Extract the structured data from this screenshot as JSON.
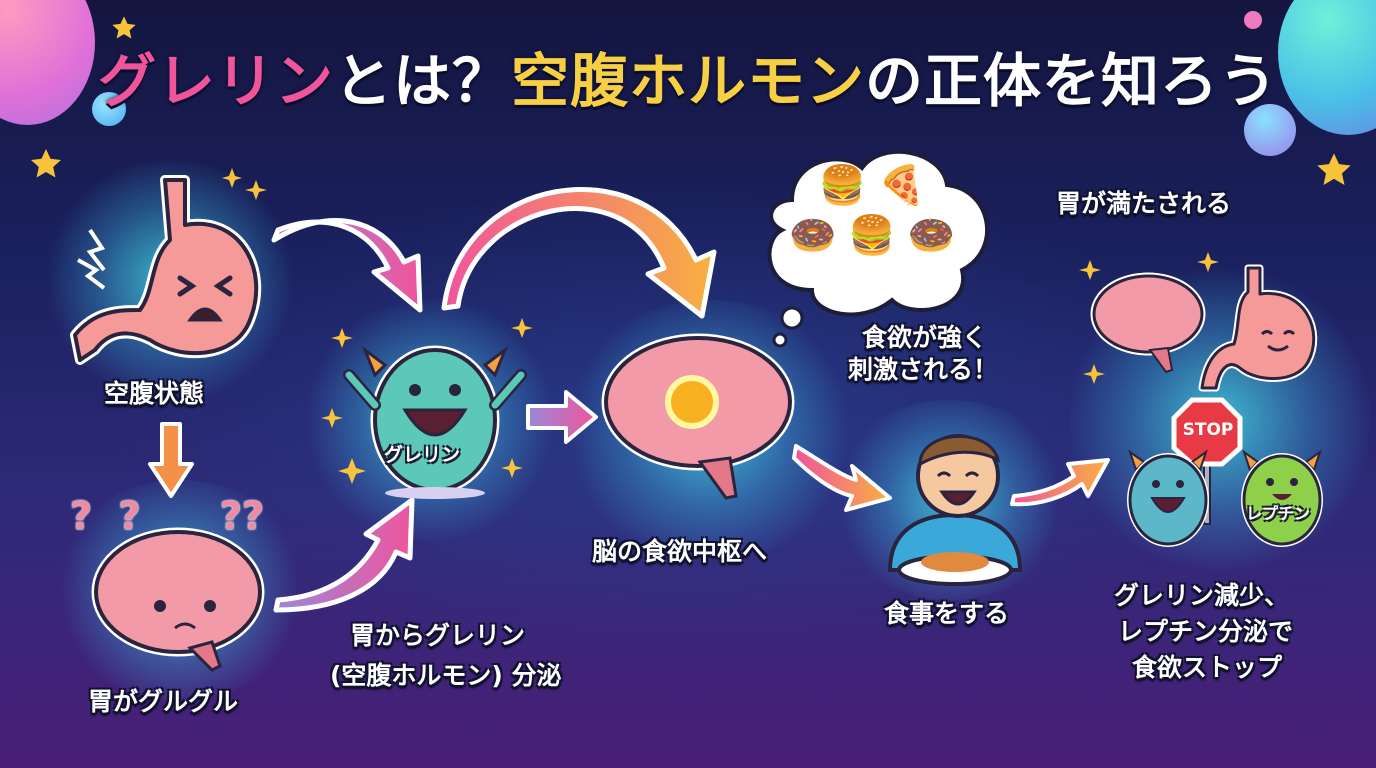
{
  "title": {
    "part1": "グレリン",
    "part2": "とは？",
    "part3": "空腹ホルモン",
    "part4": "の正体を知ろう",
    "colors": {
      "part1": "#f0559c",
      "part2": "#ffffff",
      "part3": "#f7cf45",
      "part4": "#ffffff"
    }
  },
  "steps": {
    "hungry_state": {
      "label": "空腹状態",
      "icon": "crying-stomach-icon"
    },
    "stomach_growl": {
      "label": "胃がグルグル",
      "icon": "confused-brain-icon"
    },
    "ghrelin_secretion": {
      "line1": "胃からグレリン",
      "line2": "(空腹ホルモン) 分泌",
      "character_label": "グレリン",
      "icon": "ghrelin-monster-icon"
    },
    "brain_center": {
      "label": "脳の食欲中枢へ",
      "icon": "glowing-brain-icon"
    },
    "appetite_stimulated": {
      "line1": "食欲が強く",
      "line2": "刺激される！",
      "thought_items": [
        "burger",
        "pizza",
        "chocolate-donut",
        "burger",
        "pink-donut"
      ]
    },
    "eating": {
      "label": "食事をする",
      "icon": "eating-boy-icon"
    },
    "stomach_full": {
      "label": "胃が満たされる",
      "icon": "happy-brain-and-stomach-icon"
    },
    "appetite_stop": {
      "line1": "グレリン減少、",
      "line2": "レプチン分泌で",
      "line3": "食欲ストップ",
      "stop_sign": "STOP",
      "leptin_label": "レプチン"
    }
  },
  "colors": {
    "background_top": "#14163f",
    "background_bottom": "#4a1f78",
    "glow": "#46e6f0",
    "arrow_pink": "#f0559c",
    "arrow_orange": "#f8b040",
    "arrow_purple": "#9a88d8",
    "stomach": "#f59a98",
    "brain": "#f29aa8",
    "ghrelin_monster": "#5cc8b8",
    "leptin_monster": "#8fd04a",
    "stop_sign": "#e83a44"
  }
}
